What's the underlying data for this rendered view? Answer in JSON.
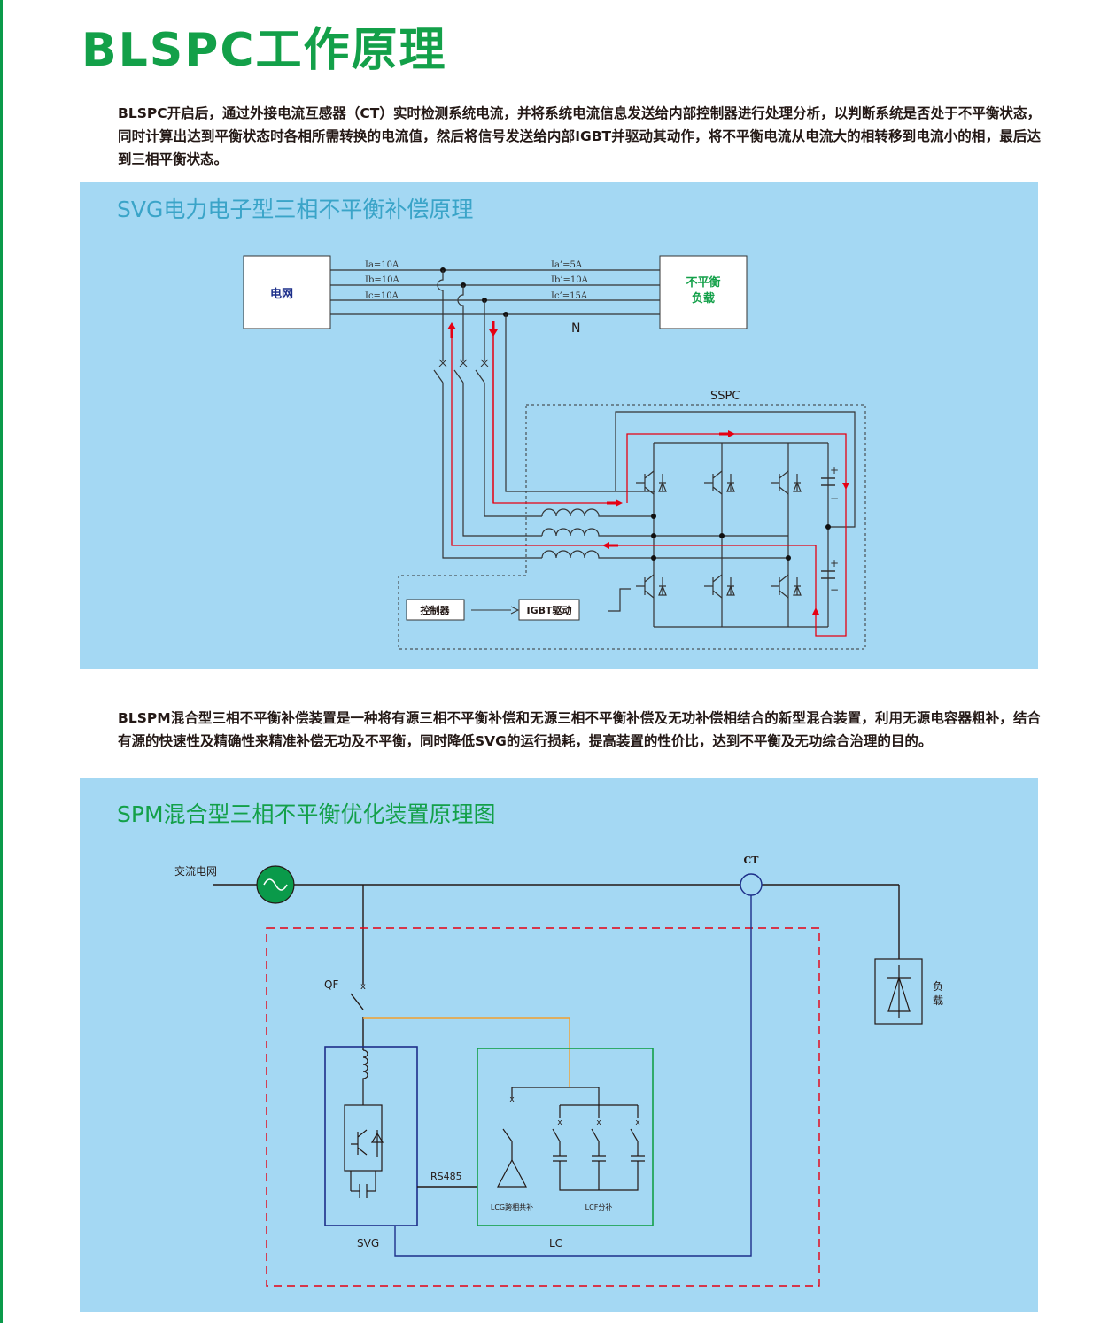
{
  "title": "BLSPC工作原理",
  "intro": "BLSPC开启后，通过外接电流互感器（CT）实时检测系统电流，并将系统电流信息发送给内部控制器进行处理分析，以判断系统是否处于不平衡状态，同时计算出达到平衡状态时各相所需转换的电流值，然后将信号发送给内部IGBT并驱动其动作，将不平衡电流从电流大的相转移到电流小的相，最后达到三相平衡状态。",
  "svg_panel": {
    "title": "SVG电力电子型三相不平衡补偿原理",
    "grid_label": "电网",
    "load_label_1": "不平衡",
    "load_label_2": "负载",
    "ia": "Ia=10A",
    "ib": "Ib=10A",
    "ic": "Ic=10A",
    "ia2": "Ia’=5A",
    "ib2": "Ib’=10A",
    "ic2": "Ic’=15A",
    "neutral": "N",
    "sspc": "SSPC",
    "controller": "控制器",
    "igbt_driver": "IGBT驱动",
    "plus": "+",
    "minus": "−"
  },
  "spm_text": "BLSPM混合型三相不平衡补偿装置是一种将有源三相不平衡补偿和无源三相不平衡补偿及无功补偿相结合的新型混合装置，利用无源电容器粗补，结合有源的快速性及精确性来精准补偿无功及不平衡，同时降低SVG的运行损耗，提高装置的性价比，达到不平衡及无功综合治理的目的。",
  "spm_panel": {
    "title": "SPM混合型三相不平衡优化装置原理图",
    "ac_grid": "交流电网",
    "ct": "CT",
    "qf": "QF",
    "load_1": "负",
    "load_2": "载",
    "rs485": "RS485",
    "lcg": "LCG跨相共补",
    "lcf": "LCF分补",
    "svg": "SVG",
    "lc": "LC"
  },
  "colors": {
    "title_green": "#13a049",
    "panel_bg": "#a4d8f3",
    "grid_label": "#1d2f8a",
    "load_label": "#13a049",
    "arrow_red": "#e60012",
    "dashed_red": "#e60012",
    "svg_box_blue": "#1d2f8a",
    "lc_box_green": "#13a049",
    "orange_wire": "#f0a030",
    "source_green": "#0a9a4a"
  }
}
